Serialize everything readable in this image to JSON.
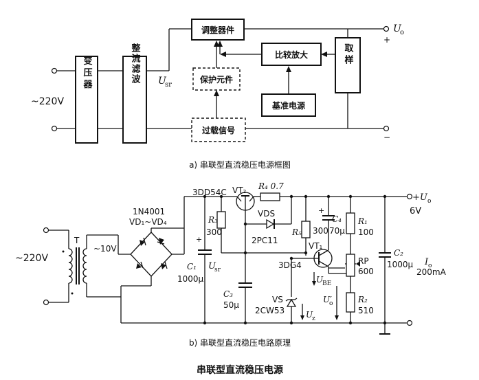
{
  "block_diagram": {
    "input_voltage": "~220V",
    "transformer": "变压器",
    "rectifier_filter": "整流滤波",
    "usr_label": "U",
    "usr_sub": "sr",
    "regulator": "调整器件",
    "protection": "保护元件",
    "comparator": "比较放大",
    "reference": "基准电源",
    "overload": "过载信号",
    "sampling": "取样",
    "out_label": "U",
    "out_sub": "o",
    "plus": "+",
    "minus": "−",
    "caption": "a) 串联型直流稳压电源框图"
  },
  "circuit": {
    "input_voltage": "~220V",
    "transformer": "T",
    "secondary": "~10V",
    "diode_model": "1N4001",
    "diode_range": "VD₁~VD₄",
    "vt2_model": "3DD54C",
    "vt2": "VT₂",
    "r4": "R₄ 0.7",
    "vds": "VDS",
    "vds_model": "2PC11",
    "r3": "R₃",
    "r3_value": "300",
    "c1": "C₁",
    "c1_value": "1000µ",
    "usr": "U",
    "usr_sub": "sr",
    "r5": "R₅",
    "r5_value": "300",
    "c4": "C₄",
    "c4_value": "70µ",
    "vt1": "VT₁",
    "vt1_model": "3DG4",
    "c3": "C₃",
    "c3_value": "50µ",
    "vs": "VS",
    "vs_model": "2CW53",
    "uz": "U",
    "uz_sub": "z",
    "ube": "U",
    "ube_sub": "BE",
    "uo_prime": "U′",
    "uo_prime_sub": "o",
    "r1": "R₁",
    "r1_value": "100",
    "rp": "RP",
    "rp_value": "600",
    "r2": "R₂",
    "r2_value": "510",
    "c2": "C₂",
    "c2_value": "1000µ",
    "io": "I",
    "io_sub": "o",
    "io_value": "200mA",
    "out_label": "+U",
    "out_sub": "o",
    "out_value": "6V",
    "caption": "b) 串联型直流稳压电路原理"
  },
  "title": "串联型直流稳压电源"
}
